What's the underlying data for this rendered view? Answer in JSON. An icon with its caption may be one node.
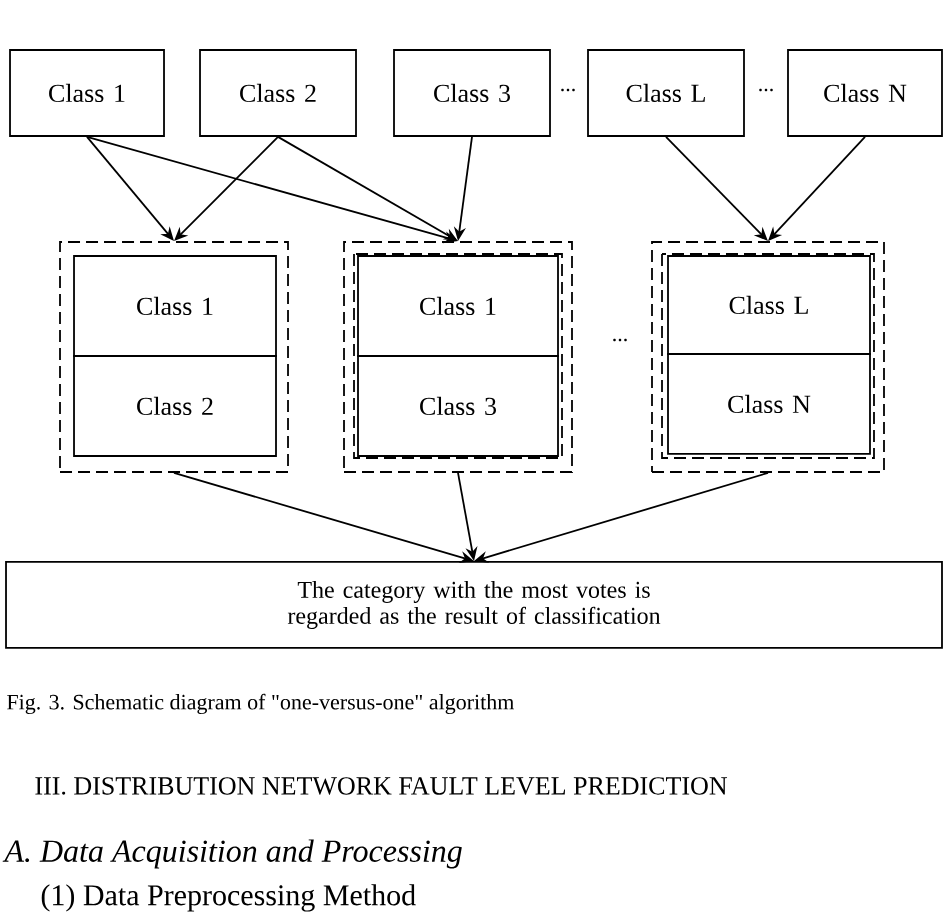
{
  "diagram": {
    "caption": "Fig. 3.   Schematic diagram of \"one-versus-one\" algorithm",
    "nodes": [
      {
        "text": [
          "Class 1"
        ]
      },
      {
        "text": [
          "Class 2"
        ]
      },
      {
        "text": [
          "Class 3"
        ]
      },
      {
        "text": [
          "Class L"
        ]
      },
      {
        "text": [
          "Class N"
        ]
      },
      {
        "text": [],
        "shape": "box"
      },
      {
        "text": [
          "Class 1"
        ],
        "in": 5
      },
      {
        "text": [
          "Class 2"
        ],
        "in": 5
      },
      {
        "text": [],
        "shape": "box"
      },
      {
        "text": [
          "Class 1"
        ],
        "in": 8
      },
      {
        "text": [
          "Class 3"
        ],
        "in": 8
      },
      {
        "text": [],
        "shape": "box"
      },
      {
        "text": [
          "Class L"
        ],
        "in": 11
      },
      {
        "text": [
          "Class N"
        ],
        "in": 11
      },
      {
        "text": [
          "The category with the most votes is regarded as the result of classification"
        ]
      }
    ],
    "edges": [
      {
        "from": 0,
        "to": 5,
        "arrow": "to"
      },
      {
        "from": 1,
        "to": 5,
        "arrow": "to"
      },
      {
        "from": 0,
        "to": 8,
        "arrow": "to"
      },
      {
        "from": 1,
        "to": 8,
        "arrow": "to"
      },
      {
        "from": 2,
        "to": 8,
        "arrow": "to"
      },
      {
        "from": 3,
        "to": 11,
        "arrow": "to"
      },
      {
        "from": 4,
        "to": 11,
        "arrow": "to"
      },
      {
        "from": 5,
        "to": 14,
        "arrow": "to"
      },
      {
        "from": 8,
        "to": 14,
        "arrow": "to"
      },
      {
        "from": 11,
        "to": 14,
        "arrow": "to"
      }
    ],
    "labels": [
      "...",
      "...",
      "...",
      "III.  DISTRIBUTION NETWORK FAULT LEVEL PREDICTION",
      "A.  Data Acquisition and Processing",
      "(1)    Data Preprocessing Method"
    ]
  }
}
